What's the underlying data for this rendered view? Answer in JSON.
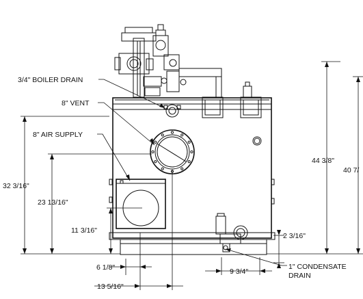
{
  "labels": {
    "boiler_drain": "3/4\" BOILER DRAIN",
    "vent": "8\" VENT",
    "air_supply": "8\" AIR SUPPLY",
    "condensate_drain_line1": "1\" CONDENSATE",
    "condensate_drain_line2": "DRAIN"
  },
  "dimensions": {
    "overall_height": "44 3/8\"",
    "height_right": "40 7/",
    "height_left": "32 3/16\"",
    "air_supply_height": "23 13/16\"",
    "lower_height": "11 3/16\"",
    "condensate_height": "2 3/16\"",
    "width_inner": "6 1/8\"",
    "width_outer": "13 5/16\"",
    "width_right": "9 3/4\""
  }
}
